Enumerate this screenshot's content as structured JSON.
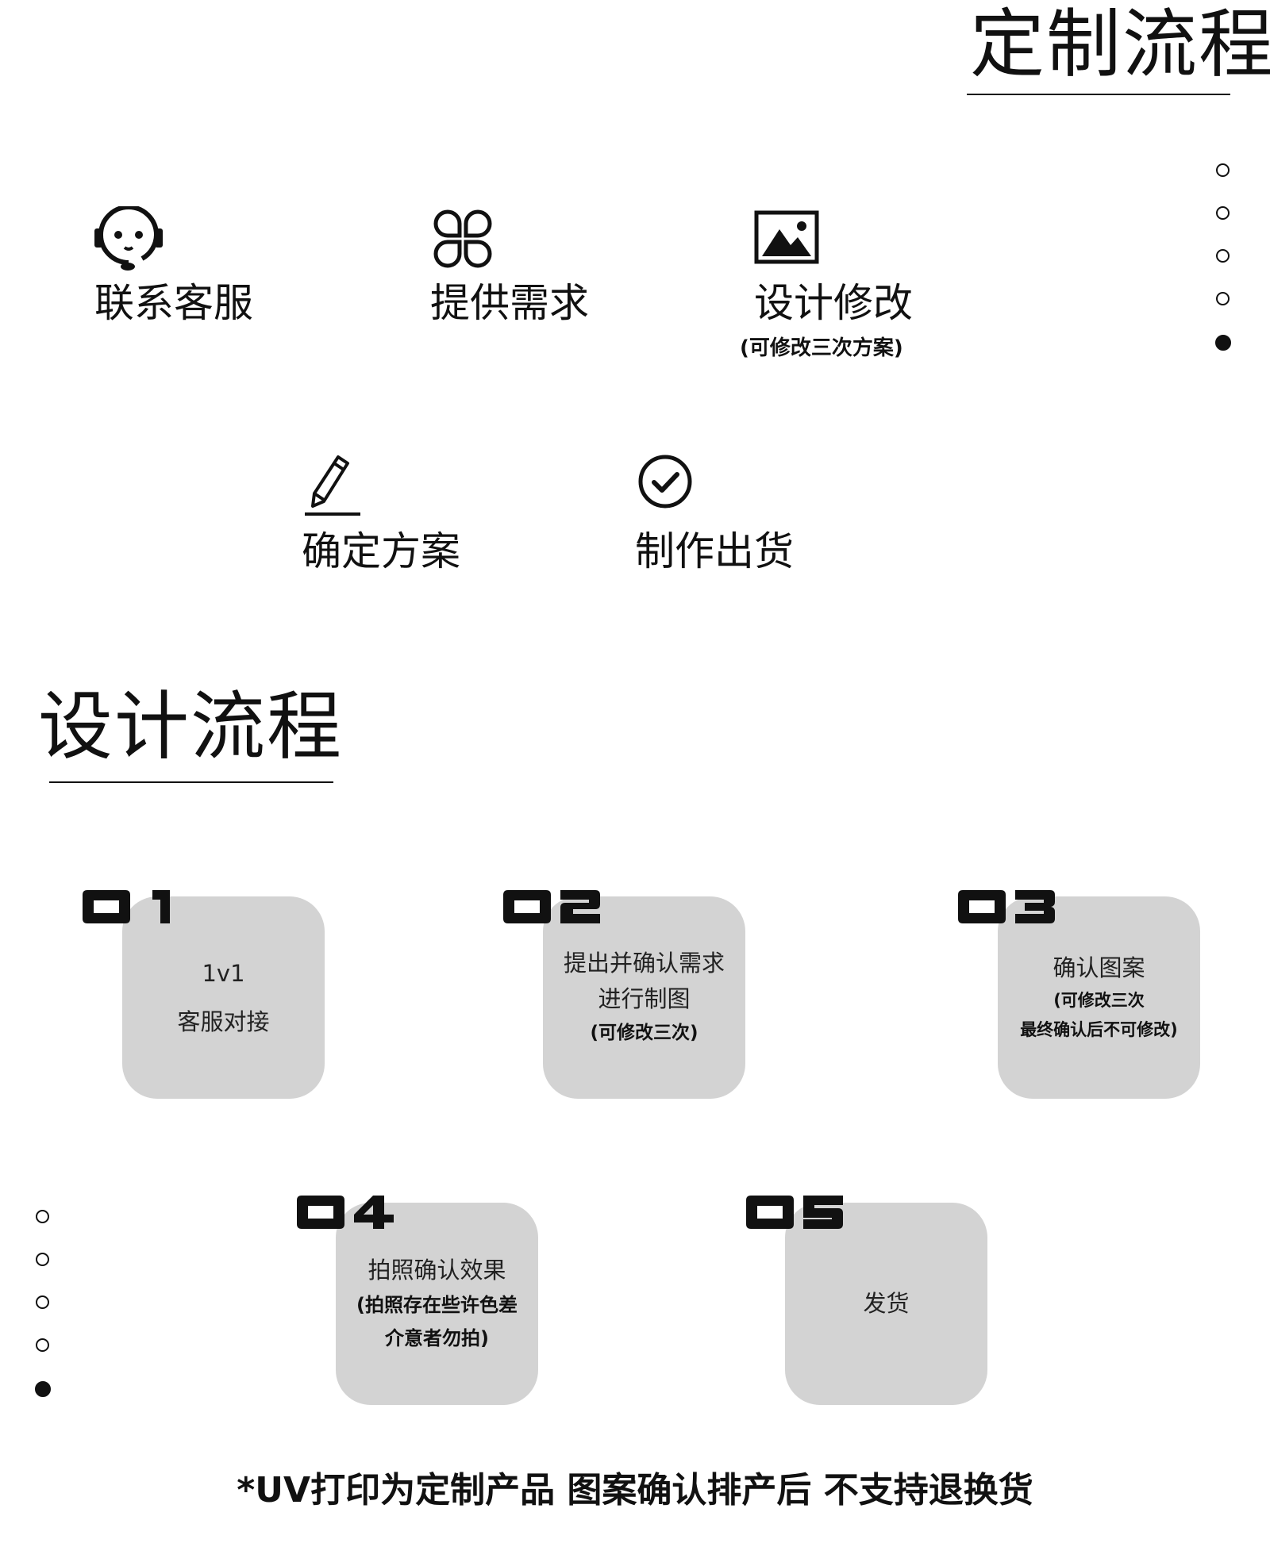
{
  "custom_flow": {
    "title": "定制流程",
    "steps": [
      {
        "label": "联系客服",
        "icon": "headset-icon"
      },
      {
        "label": "提供需求",
        "icon": "clover-icon"
      },
      {
        "label": "设计修改",
        "icon": "image-icon",
        "note": "(可修改三次方案)"
      },
      {
        "label": "确定方案",
        "icon": "pencil-icon"
      },
      {
        "label": "制作出货",
        "icon": "checkmark-circle-icon"
      }
    ],
    "pagination": {
      "count": 5,
      "active_index": 4
    }
  },
  "design_flow": {
    "title": "设计流程",
    "cards": [
      {
        "number": "01",
        "lines": [
          "1v1",
          "客服对接"
        ],
        "notes": []
      },
      {
        "number": "02",
        "lines": [
          "提出并确认需求",
          "进行制图"
        ],
        "notes": [
          "(可修改三次)"
        ]
      },
      {
        "number": "03",
        "lines": [
          "确认图案"
        ],
        "notes": [
          "(可修改三次",
          "最终确认后不可修改)"
        ]
      },
      {
        "number": "04",
        "lines": [
          "拍照确认效果"
        ],
        "notes": [
          "(拍照存在些许色差",
          "介意者勿拍)"
        ]
      },
      {
        "number": "05",
        "lines": [
          "发货"
        ],
        "notes": []
      }
    ],
    "pagination": {
      "count": 5,
      "active_index": 4
    }
  },
  "footer": {
    "note": "*UV打印为定制产品 图案确认排产后 不支持退换货"
  },
  "colors": {
    "text": "#111111",
    "card_bg": "#d3d3d3",
    "background": "#ffffff"
  }
}
